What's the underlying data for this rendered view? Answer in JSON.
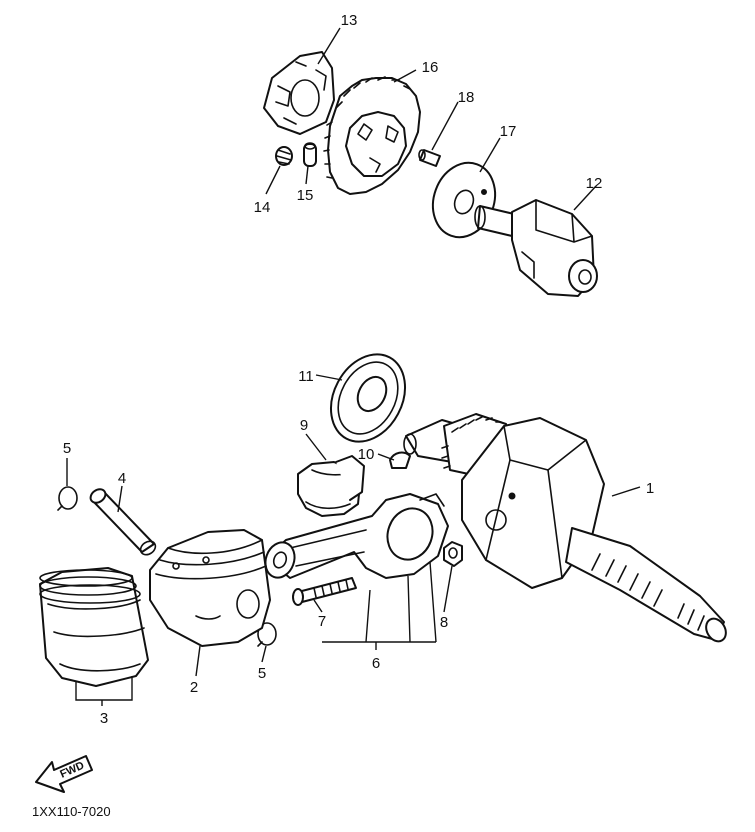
{
  "callouts": {
    "c1": "1",
    "c2": "2",
    "c3": "3",
    "c4": "4",
    "c5a": "5",
    "c5b": "5",
    "c6": "6",
    "c7": "7",
    "c8": "8",
    "c9": "9",
    "c10": "10",
    "c11": "11",
    "c12": "12",
    "c13": "13",
    "c14": "14",
    "c15": "15",
    "c16": "16",
    "c17": "17",
    "c18": "18"
  },
  "fwd_label": "FWD",
  "reference_code": "1XX110-7020",
  "colors": {
    "line": "#111111",
    "background": "#ffffff"
  }
}
